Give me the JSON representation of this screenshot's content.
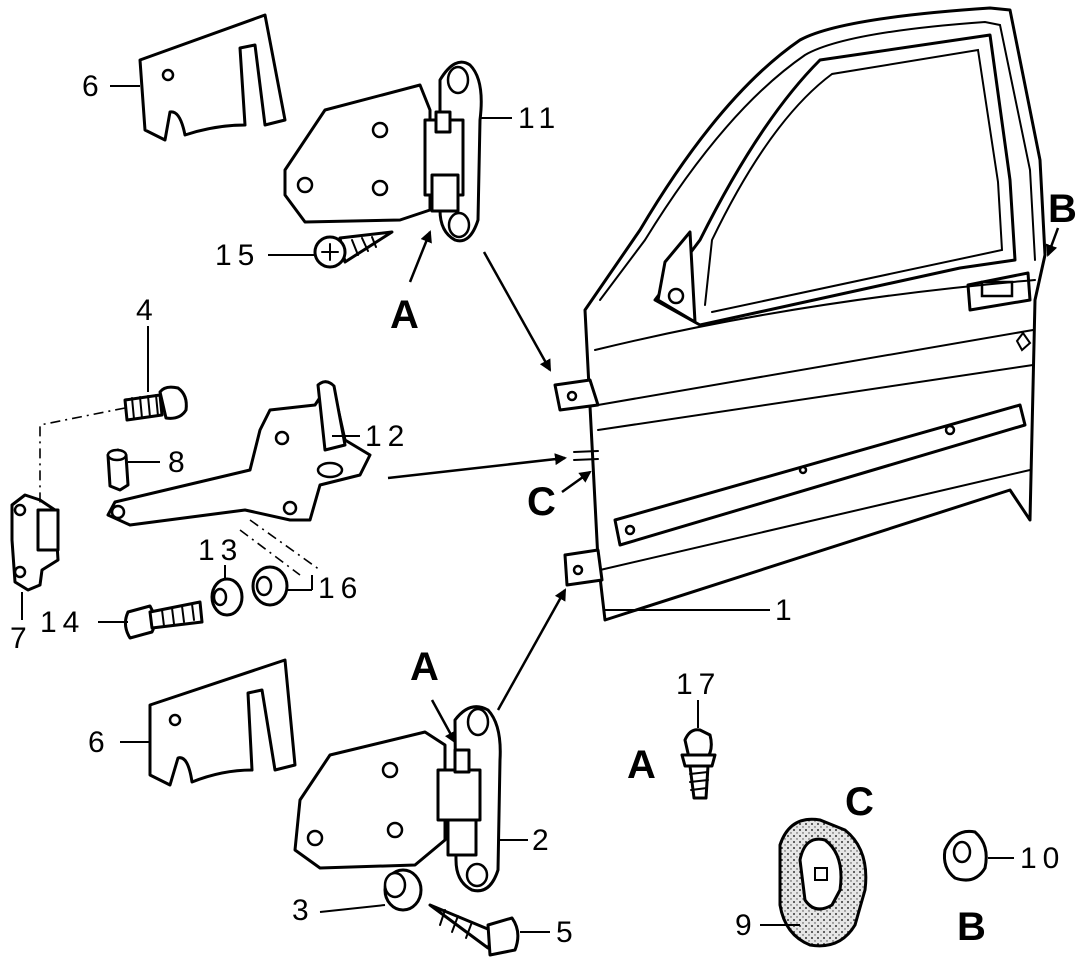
{
  "callouts": {
    "c1": "1",
    "c2": "2",
    "c3": "3",
    "c4": "4",
    "c5": "5",
    "c6a": "6",
    "c6b": "6",
    "c7": "7",
    "c8": "8",
    "c9": "9",
    "c10": "10",
    "c11": "11",
    "c12": "12",
    "c13": "13",
    "c14": "14",
    "c15": "15",
    "c16": "16",
    "c17": "17"
  },
  "letters": {
    "a_top": "A",
    "a_mid": "A",
    "a_bolt": "A",
    "b_door": "B",
    "b_nut": "B",
    "c_door": "C",
    "c_seal": "C"
  }
}
